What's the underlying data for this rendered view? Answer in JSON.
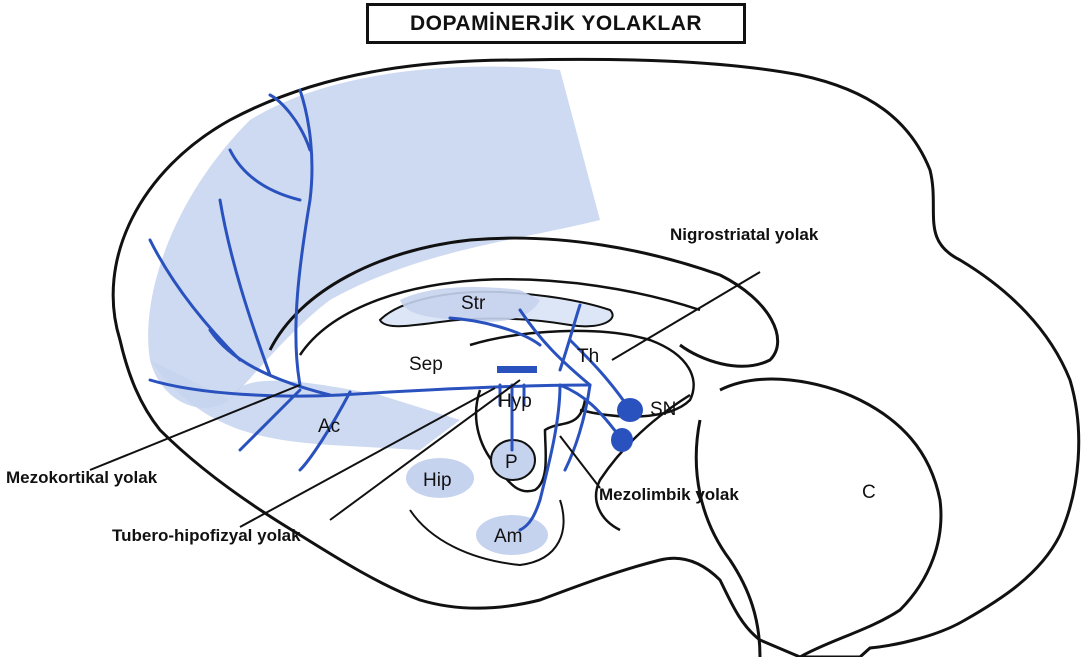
{
  "title": "DOPAMİNERJİK YOLAKLAR",
  "colors": {
    "pathway": "#2a52be",
    "shading": "#c6d3ee",
    "outline": "#111111",
    "label_box_fill": "#c6d3ee"
  },
  "regions": {
    "str": "Str",
    "sep": "Sep",
    "th": "Th",
    "hyp": "Hyp",
    "sn": "SN",
    "ac": "Ac",
    "p": "P",
    "hip": "Hip",
    "am": "Am",
    "c": "C"
  },
  "pathways": {
    "nigrostriatal": "Nigrostriatal yolak",
    "mezokortikal": "Mezokortikal yolak",
    "mezolimbik": "Mezolimbik yolak",
    "tubero_hipofizyal": "Tubero-hipofizyal yolak"
  }
}
